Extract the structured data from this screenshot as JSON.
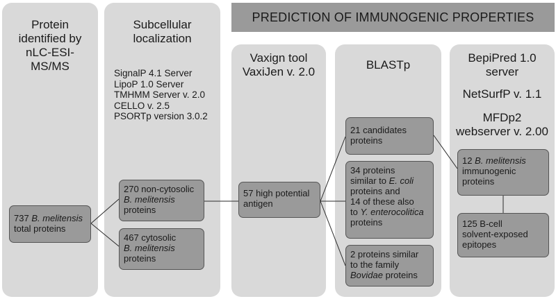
{
  "banner": "PREDICTION OF IMMUNOGENIC PROPERTIES",
  "columns": {
    "protein": {
      "title_lines": [
        "Protein",
        "identified by",
        "nLC-ESI-",
        "MS/MS"
      ]
    },
    "localization": {
      "title_lines": [
        "Subcellular",
        "localization"
      ],
      "tools": [
        "SignalP 4.1 Server",
        "LipoP 1.0 Server",
        "TMHMM Server v. 2.0",
        "CELLO v. 2.5",
        "PSORTp version 3.0.2"
      ]
    },
    "vaxign": {
      "title_lines": [
        "Vaxign tool",
        "VaxiJen v. 2.0"
      ]
    },
    "blastp": {
      "title_lines": [
        "BLASTp"
      ]
    },
    "bepipred": {
      "title_lines": [
        "BepiPred 1.0",
        "server"
      ],
      "title2": "NetSurfP v. 1.1",
      "title3_lines": [
        "MFDp2",
        "webserver v. 2.00"
      ]
    }
  },
  "nodes": {
    "total": {
      "pre": "737 ",
      "italic": "B. melitensis",
      "line2": "total proteins"
    },
    "noncytosolic": {
      "line1": "270 non-cytosolic",
      "italic": "B. melitensis",
      "line3": "proteins"
    },
    "cytosolic": {
      "line1": "467 cytosolic",
      "italic": "B. melitensis",
      "line3": "proteins"
    },
    "antigen": {
      "line1": "57 high potential",
      "line2": "antigen"
    },
    "candidates": {
      "line1": "21 candidates",
      "line2": "proteins"
    },
    "ecoli": {
      "l1": "34 proteins",
      "l2pre": "similar to ",
      "l2it": "E. coli",
      "l3": "proteins and",
      "l4": "14 of these also",
      "l5pre": "to ",
      "l5it": "Y. enterocolitica",
      "l6": "proteins"
    },
    "bovidae": {
      "l1": "2 proteins similar",
      "l2": "to the family",
      "l3it": "Bovidae",
      "l3post": " proteins"
    },
    "immunogenic": {
      "l1pre": "12 ",
      "l1it": "B. melitensis",
      "l2": "immunogenic",
      "l3": "proteins"
    },
    "epitopes": {
      "l1": "125 B-cell",
      "l2": "solvent-exposed",
      "l3": "epitopes"
    }
  },
  "colors": {
    "column_bg": "#d9d9d9",
    "node_bg": "#9a9a9a",
    "banner_bg": "#9a9a9a",
    "border": "#555555"
  }
}
